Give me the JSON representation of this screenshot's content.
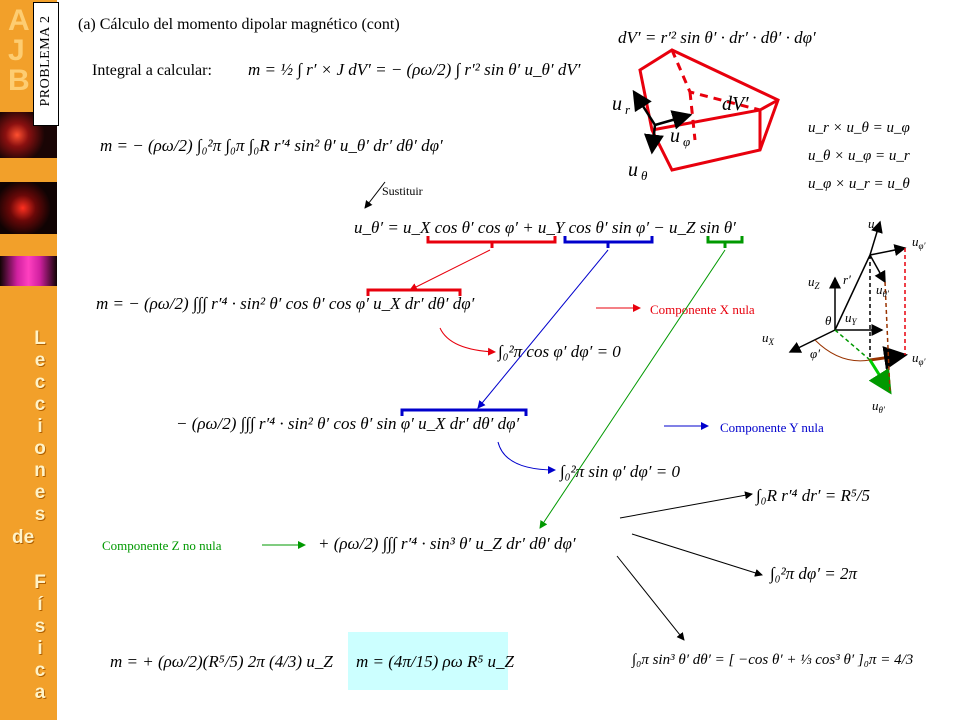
{
  "slide": {
    "title": "(a) Cálculo del momento dipolar magnético (cont)",
    "problem_label": "PROBLEMA 2",
    "integral_label": "Integral a calcular:",
    "substitute_label": "Sustituir"
  },
  "sidebar": {
    "top_text": "A J B",
    "vertical_text": [
      "L",
      "e",
      "c",
      "c",
      "i",
      "o",
      "n",
      "e",
      "s"
    ],
    "de_text": "de",
    "fisica_text": [
      "F",
      "í",
      "s",
      "i",
      "c",
      "a"
    ]
  },
  "components": {
    "x": "Componente X nula",
    "y": "Componente Y nula",
    "z": "Componente Z no nula"
  },
  "equations": {
    "volume_element": "dV′ = r′² sin θ′ · dr′ · dθ′ · dφ′",
    "m_definition": "m = ½ ∫ r′ × J dV′ = − (ρω/2) ∫ r′² sin θ′ u_θ′ dV′",
    "m_expanded": "m = − (ρω/2) ∫₀²π ∫₀π ∫₀R r′⁴ sin² θ′ u_θ′ dr′ dθ′ dφ′",
    "u_theta": "u_θ′ = u_X cos θ′ cos φ′ + u_Y cos θ′ sin φ′ − u_Z sin θ′",
    "m_x": "m = − (ρω/2) ∫∫∫ r′⁴ · sin² θ′ cos θ′ cos φ′ u_X dr′ dθ′ dφ′",
    "int_cos": "∫₀²π cos φ′ dφ′ = 0",
    "m_y": "− (ρω/2) ∫∫∫ r′⁴ · sin² θ′ cos θ′ sin φ′ u_X dr′ dθ′ dφ′",
    "int_sin": "∫₀²π sin φ′ dφ′ = 0",
    "m_z": "+ (ρω/2) ∫∫∫ r′⁴ · sin³ θ′ u_Z dr′ dθ′ dφ′",
    "int_r": "∫₀R r′⁴ dr′ = R⁵/5",
    "int_phi": "∫₀²π dφ′ = 2π",
    "int_theta": "∫₀π sin³ θ′ dθ′ = [ −cos θ′ + ⅓ cos³ θ′ ]₀π = 4/3",
    "m_product": "m = + (ρω/2)(R⁵/5) 2π (4/3) u_Z",
    "m_result": "m = (4π/15) ρω R⁵ u_Z",
    "cross_products": [
      "u_r × u_θ = u_φ",
      "u_θ × u_φ = u_r",
      "u_φ × u_r = u_θ"
    ]
  },
  "colors": {
    "sidebar": "#f2a02a",
    "red": "#e8000d",
    "blue": "#0000cc",
    "green": "#009900",
    "brown": "#993300",
    "result_bg": "#ccffff"
  }
}
